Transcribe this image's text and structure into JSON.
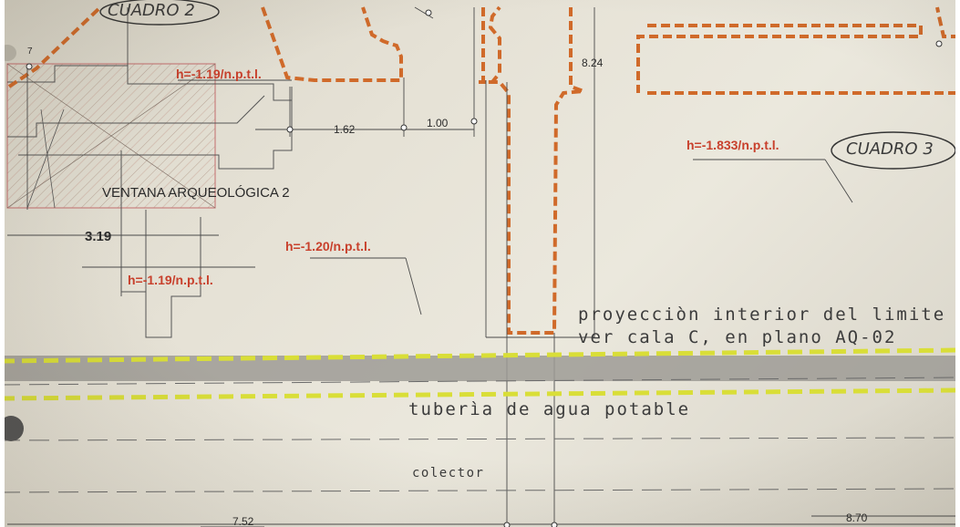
{
  "plan": {
    "labels": {
      "cuadro_2": "CUADRO 2",
      "cuadro_3": "CUADRO 3",
      "ventana": "VENTANA ARQUEOLÓGICA 2",
      "h_top": "h=-1.19/n.p.t.l.",
      "h_left": "h=-1.19/n.p.t.l.",
      "h_mid": "h=-1.20/n.p.t.l.",
      "h_right": "h=-1.833/n.p.t.l."
    },
    "dimensions": {
      "d_1_62": "1.62",
      "d_1_00": "1.00",
      "d_8_24": "8.24",
      "d_3_19": "3.19",
      "d_7_52": "7.52",
      "d_8_70": "8.70",
      "d_7": "7"
    },
    "notes": {
      "proyeccion_line1": "proyecciòn interior del limite del m",
      "proyeccion_line2": "ver cala C, en plano AQ-02",
      "tuberia": "tuberìa de agua potable",
      "colector": "colector"
    }
  },
  "colors": {
    "paper": "#e3dfd3",
    "red_text": "#c8402c",
    "orange_dash": "#d06a2a",
    "yellow_dash": "#d9de38",
    "gray_band": "#9e9b95",
    "line": "#4a4a4a"
  }
}
